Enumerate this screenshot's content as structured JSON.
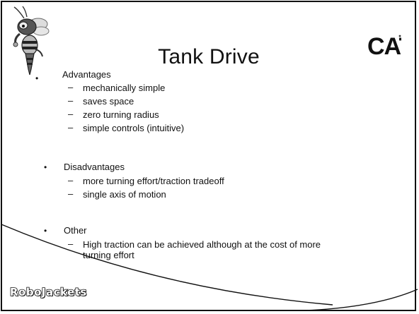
{
  "slide": {
    "title": "Tank Drive",
    "brand_logo_text": "CAT",
    "footer_logo_text": "RoboJackets",
    "sections": [
      {
        "heading": "Advantages",
        "items": [
          "mechanically simple",
          "saves space",
          "zero turning radius",
          "simple controls (intuitive)"
        ]
      },
      {
        "heading": "Disadvantages",
        "items": [
          "more turning effort/traction tradeoff",
          "single axis of motion"
        ]
      },
      {
        "heading": "Other",
        "items": [
          "High traction can be achieved although at the cost of more",
          "turning effort"
        ]
      }
    ]
  },
  "icons": {
    "mascot": "yellow-jacket-mascot-icon",
    "bullet": "bullet-dot",
    "subbullet": "en-dash"
  },
  "colors": {
    "background": "#ffffff",
    "text": "#111111",
    "frame": "#111111"
  }
}
